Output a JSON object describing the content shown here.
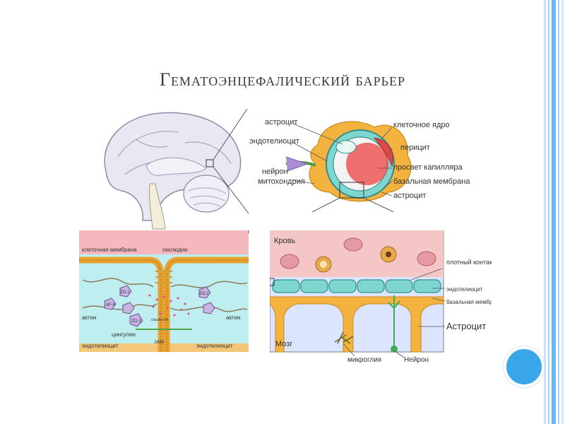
{
  "slide": {
    "title": "Гематоэнцефалический барьер"
  },
  "top_diagram": {
    "labels": {
      "astrocyte_top": "астроцит",
      "endothelium": "эндотелиоцит",
      "neuron": "нейрон",
      "mitochondria": "митохондрия",
      "nucleus": "клеточное ядро",
      "pericyte": "перицит",
      "lumen": "просвет капилляра",
      "basal_membrane": "базальная мембрана",
      "astrocyte_bottom": "астроцит"
    }
  },
  "left_panel": {
    "labels": {
      "cell_membrane": "клеточная мембрана",
      "occludin": "окклюдин",
      "actin_left": "актин",
      "actin_right": "актин",
      "cingulin": "цингулин",
      "endothelium_left": "эндотелиоцит",
      "endothelium_right": "эндотелиоцит",
      "jam": "JAM",
      "claudin": "claudin-3/5",
      "zo1": "ZO-1",
      "zo2": "ZO-2",
      "zo3": "ZO-3",
      "af6": "AF-6"
    }
  },
  "right_panel": {
    "labels": {
      "blood": "Кровь",
      "tight_junction": "плотный контакт",
      "endothelium": "эндотелиоцит",
      "basal_membrane": "базальная мембрана",
      "astrocyte": "Астроцит",
      "brain": "Мозг",
      "microglia": "микроглия",
      "neuron": "Нейрон"
    }
  },
  "colors": {
    "accent_blue": "#39a6ea",
    "title": "#3a3a3a",
    "astrocyte": "#f4b23f",
    "endothelium": "#8fd8d0",
    "blood": "#f29aa0",
    "brain_tissue": "#d8e4ff"
  }
}
